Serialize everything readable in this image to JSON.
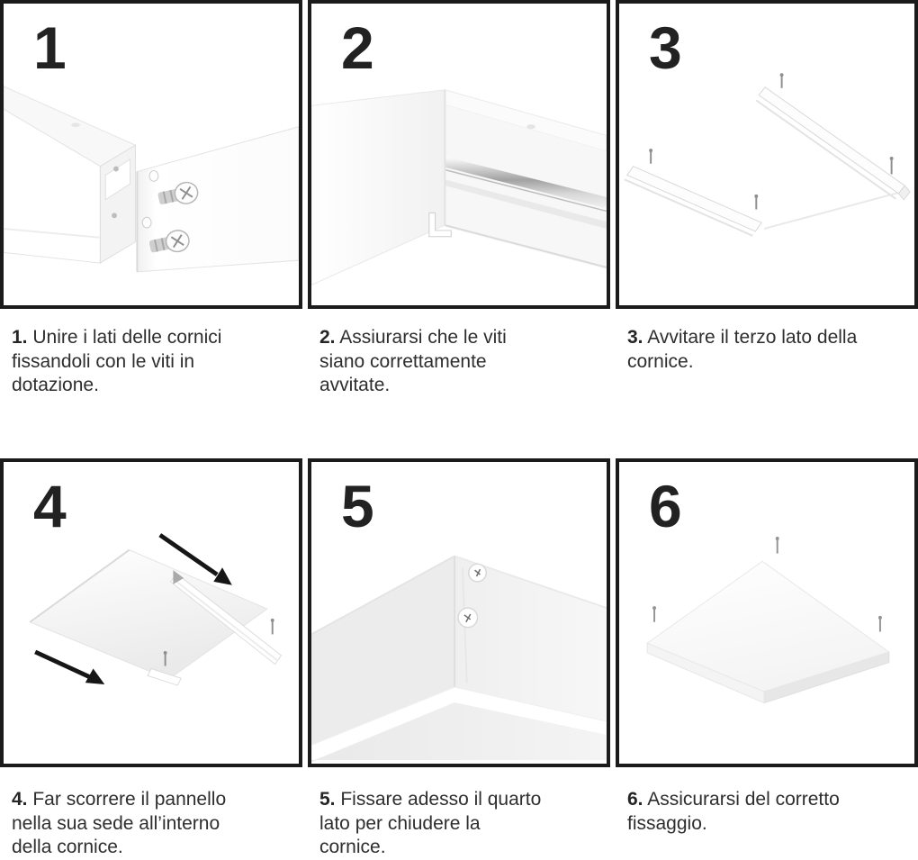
{
  "sheet": {
    "background": "#ffffff",
    "panel_border_color": "#1b1b1b",
    "text_color": "#2e2e2e",
    "language": "it"
  },
  "steps": [
    {
      "number": "1",
      "label": "1.",
      "caption": "Unire i lati delle cornici\nfissandoli con le viti in\ndotazione.",
      "illustration": "frame-profile-with-two-screws"
    },
    {
      "number": "2",
      "label": "2.",
      "caption": "Assiurarsi che le viti\nsiano correttamente\navvitate.",
      "illustration": "joined-corner-inside-view"
    },
    {
      "number": "3",
      "label": "3.",
      "caption": "Avvitare il terzo lato della\ncornice.",
      "illustration": "three-sided-open-frame"
    },
    {
      "number": "4",
      "label": "4.",
      "caption": "Far scorrere il pannello\nnella sua sede all’interno\ndella cornice.",
      "illustration": "panel-sliding-with-arrows"
    },
    {
      "number": "5",
      "label": "5.",
      "caption": "Fissare adesso il quarto\nlato per chiudere la\ncornice.",
      "illustration": "closed-corner-closeup-screws"
    },
    {
      "number": "6",
      "label": "6.",
      "caption": "Assicurarsi del corretto\nfissaggio.",
      "illustration": "assembled-panel"
    }
  ]
}
